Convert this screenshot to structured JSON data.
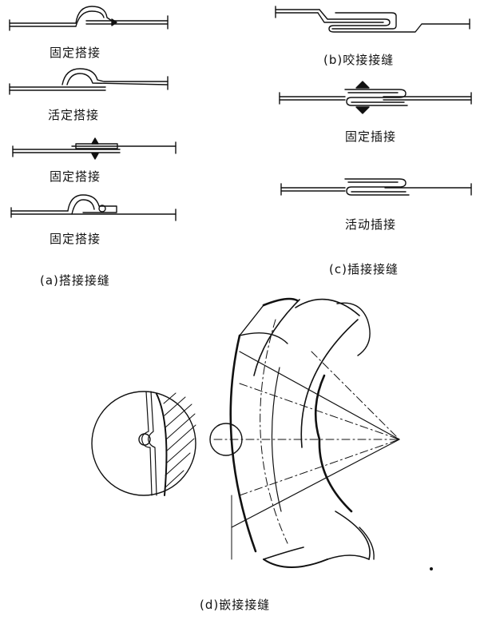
{
  "labels": {
    "a1": "固定搭接",
    "a2": "活定搭接",
    "a3": "固定搭接",
    "a4": "固定搭接",
    "a_caption": "(a)搭接接缝",
    "b_caption": "(b)咬接接缝",
    "c1": "固定插接",
    "c2": "活动插接",
    "c_caption": "(c)插接接缝",
    "d_caption": "(d)嵌接接缝"
  },
  "colors": {
    "ink": "#111111",
    "background": "#ffffff"
  }
}
